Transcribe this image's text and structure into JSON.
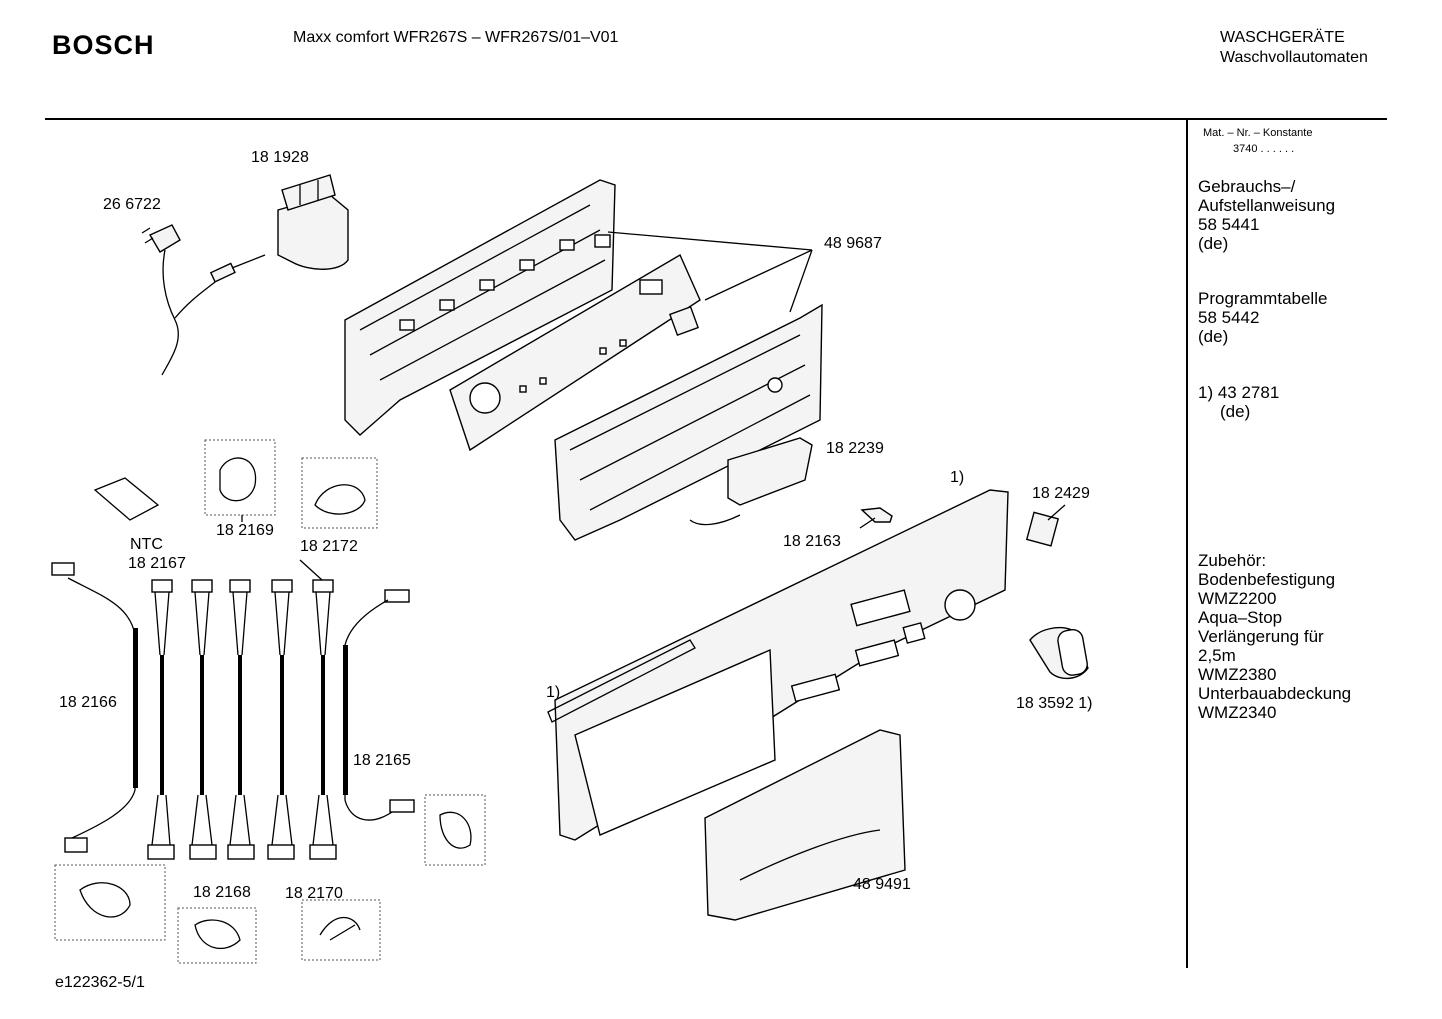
{
  "header": {
    "brand": "BOSCH",
    "model": "Maxx comfort WFR267S – WFR267S/01–V01",
    "category": "WASCHGERÄTE",
    "subcategory": "Waschvollautomaten"
  },
  "sidebar": {
    "mat_label": "Mat. – Nr. – Konstante",
    "mat_value": "3740 .  .  .  .  .  .",
    "manual_line1": "Gebrauchs–/",
    "manual_line2": "Aufstellanweisung",
    "manual_number": "58 5441",
    "manual_lang": "(de)",
    "table_title": "Programmtabelle",
    "table_number": "58 5442",
    "table_lang": "(de)",
    "note_ref": "1)  43 2781",
    "note_lang": "(de)",
    "accessories": [
      "Zubehör:",
      "Bodenbefestigung",
      "WMZ2200",
      "Aqua–Stop",
      "Verlängerung für",
      "2,5m",
      "WMZ2380",
      "Unterbauabdeckung",
      "WMZ2340"
    ]
  },
  "parts": {
    "p181928": "18 1928",
    "p266722": "26 6722",
    "p489687": "48 9687",
    "p182239": "18 2239",
    "note1_top": "1)",
    "p182429": "18 2429",
    "p182163": "18 2163",
    "ntc": "NTC",
    "p182167": "18 2167",
    "p182169": "18 2169",
    "p182172": "18 2172",
    "p182166": "18 2166",
    "note1_left": "1)",
    "p183592": "18 3592 1)",
    "p182165": "18 2165",
    "p182168": "18 2168",
    "p182170": "18 2170",
    "p489491": "48 9491"
  },
  "footer": {
    "code": "e122362-5/1"
  }
}
